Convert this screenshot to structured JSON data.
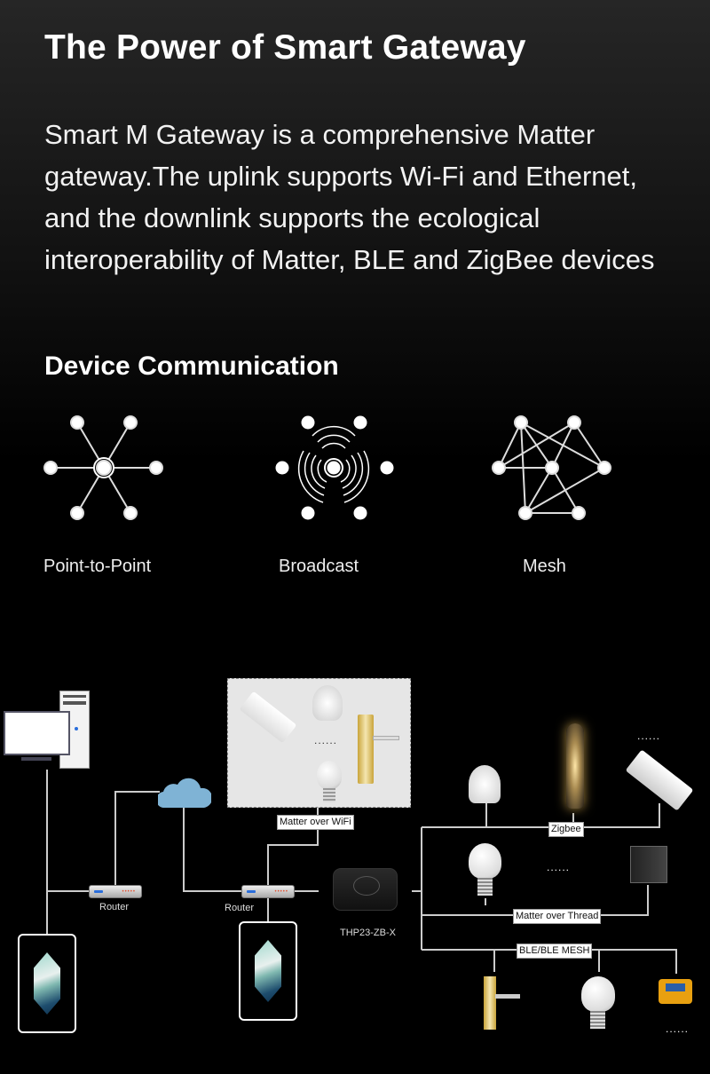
{
  "header": {
    "title": "The Power of Smart Gateway",
    "description": "Smart M Gateway is a comprehensive Matter gateway.The uplink supports Wi-Fi and Ethernet, and the downlink supports the ecological interoperability of Matter, BLE and ZigBee devices"
  },
  "communication": {
    "title": "Device Communication",
    "modes": [
      {
        "label": "Point-to-Point",
        "icon": "star-topology-icon"
      },
      {
        "label": "Broadcast",
        "icon": "broadcast-icon"
      },
      {
        "label": "Mesh",
        "icon": "mesh-icon"
      }
    ]
  },
  "diagram": {
    "router1": "Router",
    "router2": "Router",
    "gateway": "THP23-ZB-X",
    "wifi_tag": "Matter over WiFi",
    "zigbee_tag": "Zigbee",
    "thread_tag": "Matter over Thread",
    "ble_tag": "BLE/BLE MESH",
    "ellipsis": "......",
    "cloud_color": "#7fb3d5"
  }
}
